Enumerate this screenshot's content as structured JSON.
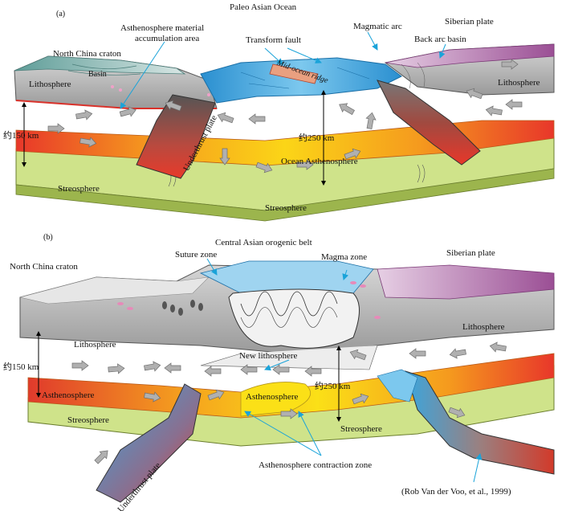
{
  "panel_a": {
    "panel_label": "(a)",
    "title": "Paleo Asian Ocean",
    "labels": {
      "north_china_craton": "North China craton",
      "asthenosphere_accumulation": "Asthenosphere material\naccumulation area",
      "transform_fault": "Transform fault",
      "magmatic_arc": "Magmatic arc",
      "siberian_plate": "Siberian plate",
      "back_arc_basin": "Back arc basin",
      "basin": "Basin",
      "lithosphere_left": "Lithosphere",
      "lithosphere_right": "Lithosphere",
      "mid_ocean_ridge": "Mid-ocean ridge",
      "depth_150": "约150 km",
      "depth_250": "约250 km",
      "underthrust_plate": "Underthrust plate",
      "ocean_asthenosphere": "Ocean Asthenosphere",
      "streosphere_left": "Streosphere",
      "streosphere_bottom": "Streosphere"
    }
  },
  "panel_b": {
    "panel_label": "(b)",
    "title": "Central Asian orogenic belt",
    "labels": {
      "north_china_craton": "North China craton",
      "suture_zone": "Suture zone",
      "magma_zone": "Magma zone",
      "siberian_plate": "Siberian plate",
      "lithosphere_left": "Lithosphere",
      "lithosphere_right": "Lithosphere",
      "new_lithosphere": "New lithosphere",
      "depth_150": "约150 km",
      "depth_250": "约250 km",
      "asthenosphere_left": "Asthenosphere",
      "asthenosphere_mid": "Asthenosphere",
      "streosphere_left": "Streosphere",
      "streosphere_right": "Streosphere",
      "asthenosphere_contraction": "Asthenosphere contraction zone",
      "underthrust_plate": "Underthrust plate",
      "citation": "(Rob Van der Voo, et al., 1999)"
    }
  },
  "colors": {
    "mantle_hot": "#e8372a",
    "mantle_mid": "#f59a1e",
    "mantle_cool": "#fbd517",
    "ocean_plate": "#3aa6de",
    "craton_teal": "#6fa8a3",
    "lithosphere_gray": "#bdbdbd",
    "siberian_purple": "#a2559b",
    "streosphere_green": "#cfe38a",
    "callout_blue": "#1aa3d9",
    "arrow_gray": "#a8a8a8"
  }
}
